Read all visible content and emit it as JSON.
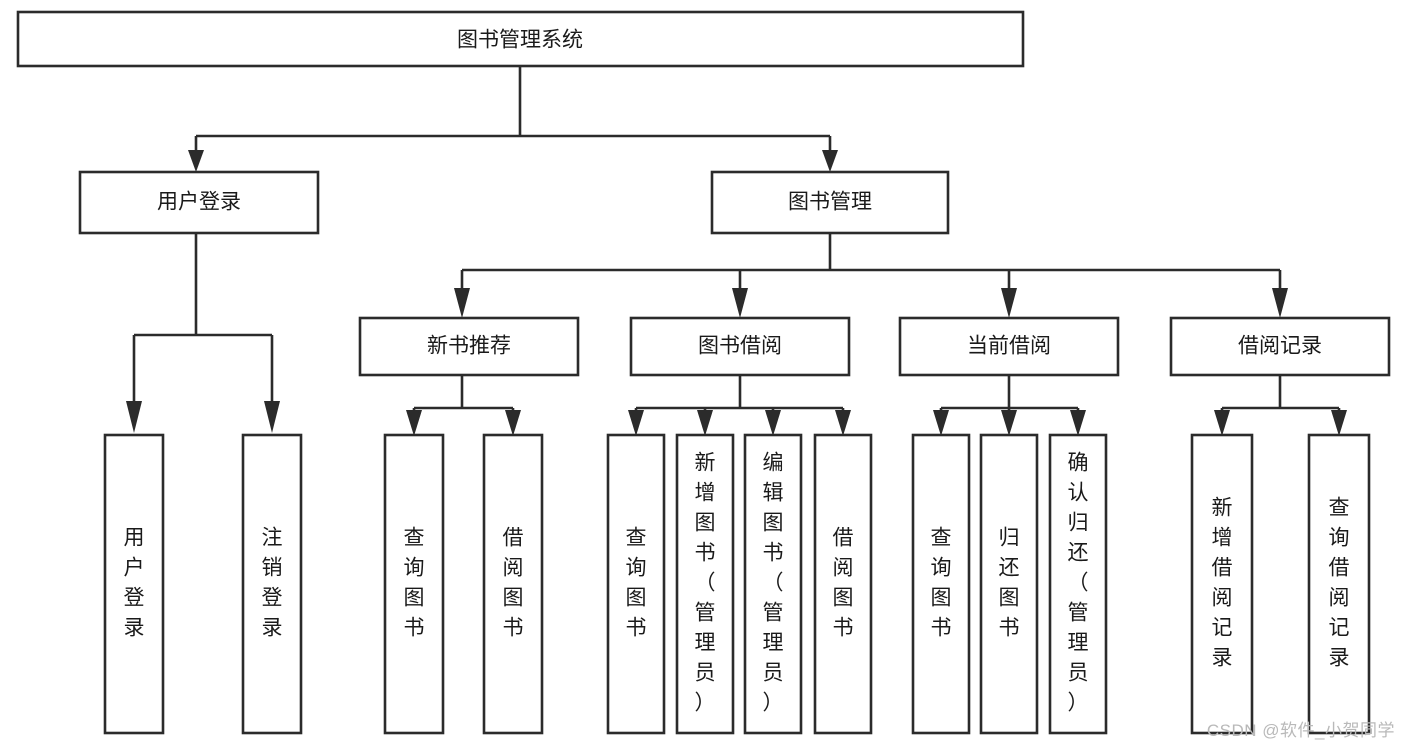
{
  "diagram": {
    "type": "tree-hierarchy",
    "title": "图书管理系统",
    "watermark": "CSDN @软件_小贺同学",
    "colors": {
      "stroke": "#2b2b2b",
      "fill": "#ffffff",
      "text": "#1a1a1a",
      "watermark": "#b9b9b9"
    },
    "nodes": {
      "root": {
        "label": "图书管理系统"
      },
      "level1": [
        {
          "id": "user-login",
          "label": "用户登录"
        },
        {
          "id": "book-manage",
          "label": "图书管理"
        }
      ],
      "level2": [
        {
          "id": "new-book-recommend",
          "label": "新书推荐"
        },
        {
          "id": "book-borrow",
          "label": "图书借阅"
        },
        {
          "id": "current-borrow",
          "label": "当前借阅"
        },
        {
          "id": "borrow-record",
          "label": "借阅记录"
        }
      ],
      "leaves": {
        "user-login": [
          {
            "id": "leaf-user-login",
            "label": "用户登录"
          },
          {
            "id": "leaf-user-logout",
            "label": "注销登录"
          }
        ],
        "new-book-recommend": [
          {
            "id": "leaf-query-book-1",
            "label": "查询图书"
          },
          {
            "id": "leaf-borrow-book-1",
            "label": "借阅图书"
          }
        ],
        "book-borrow": [
          {
            "id": "leaf-query-book-2",
            "label": "查询图书"
          },
          {
            "id": "leaf-add-book",
            "label": "新增图书（管理员）"
          },
          {
            "id": "leaf-edit-book",
            "label": "编辑图书（管理员）"
          },
          {
            "id": "leaf-borrow-book-2",
            "label": "借阅图书"
          }
        ],
        "current-borrow": [
          {
            "id": "leaf-query-book-3",
            "label": "查询图书"
          },
          {
            "id": "leaf-return-book",
            "label": "归还图书"
          },
          {
            "id": "leaf-confirm-return",
            "label": "确认归还（管理员）"
          }
        ],
        "borrow-record": [
          {
            "id": "leaf-add-record",
            "label": "新增借阅记录"
          },
          {
            "id": "leaf-query-record",
            "label": "查询借阅记录"
          }
        ]
      }
    }
  }
}
